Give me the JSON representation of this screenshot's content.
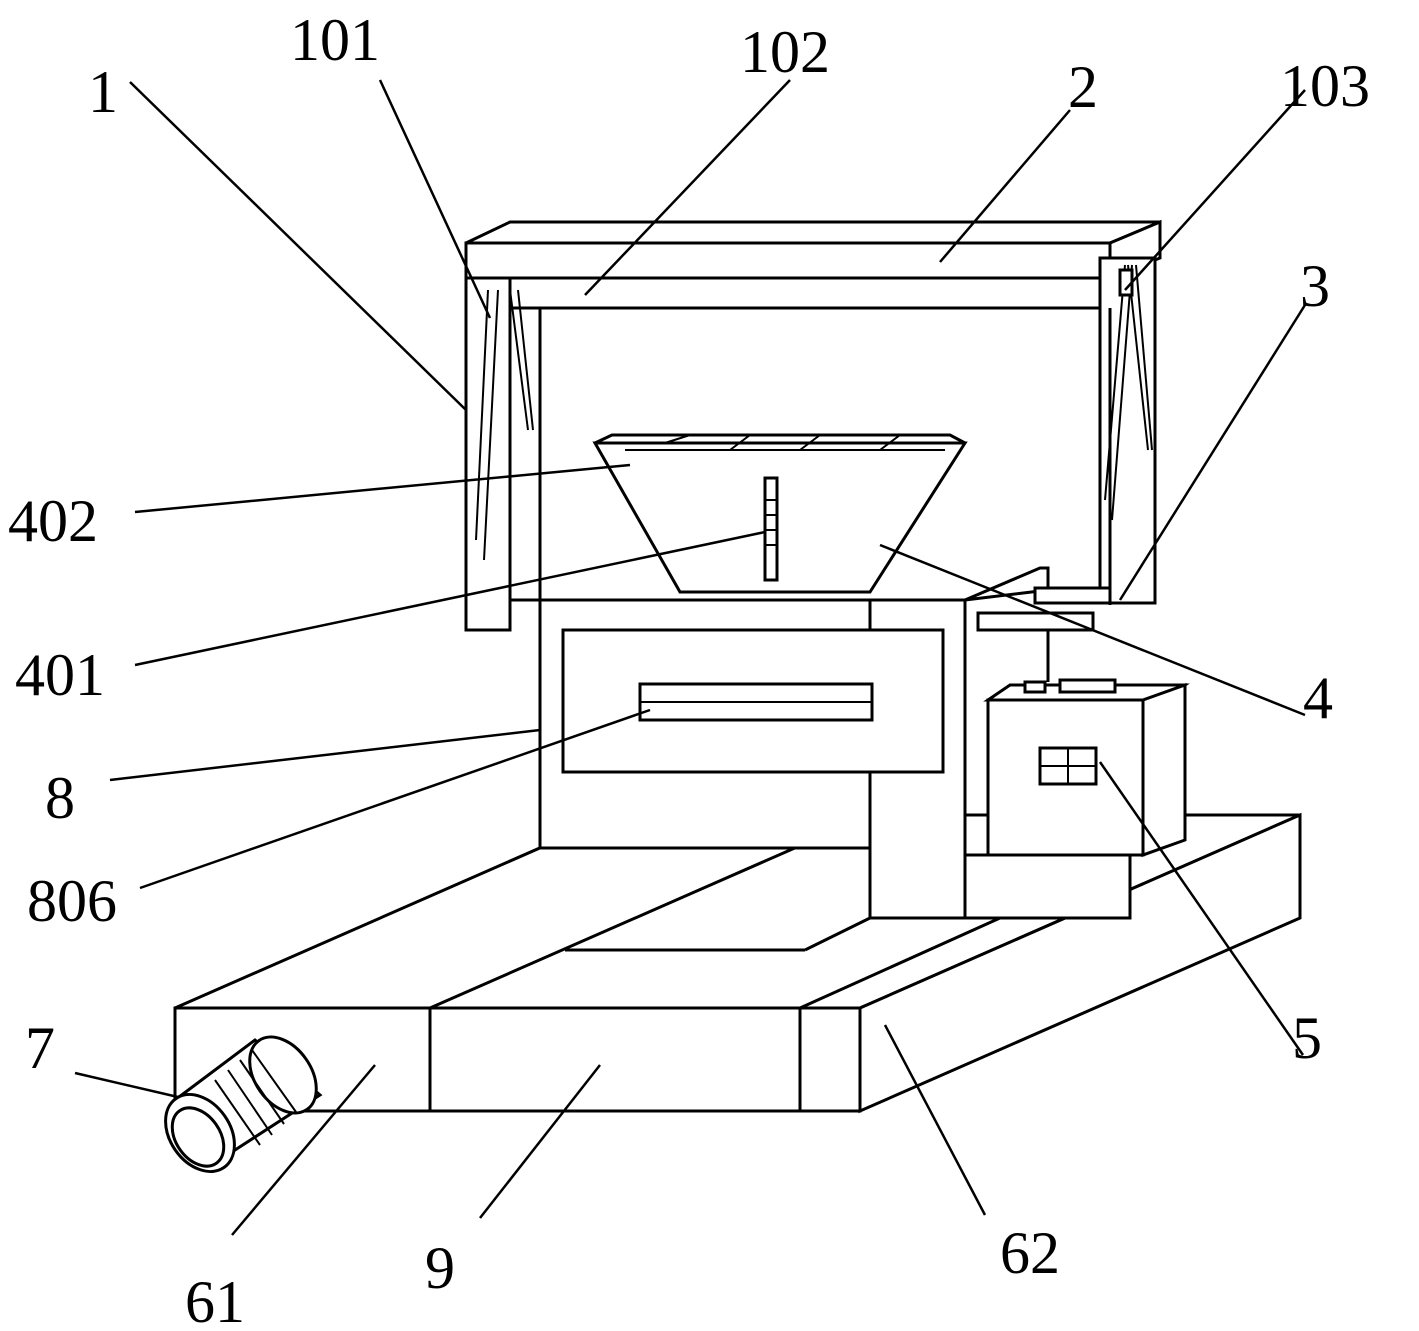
{
  "labels": {
    "l1": "1",
    "l101": "101",
    "l102": "102",
    "l2": "2",
    "l103": "103",
    "l3": "3",
    "l402": "402",
    "l401": "401",
    "l4": "4",
    "l8": "8",
    "l806": "806",
    "l5": "5",
    "l7": "7",
    "l61": "61",
    "l9": "9",
    "l62": "62"
  }
}
